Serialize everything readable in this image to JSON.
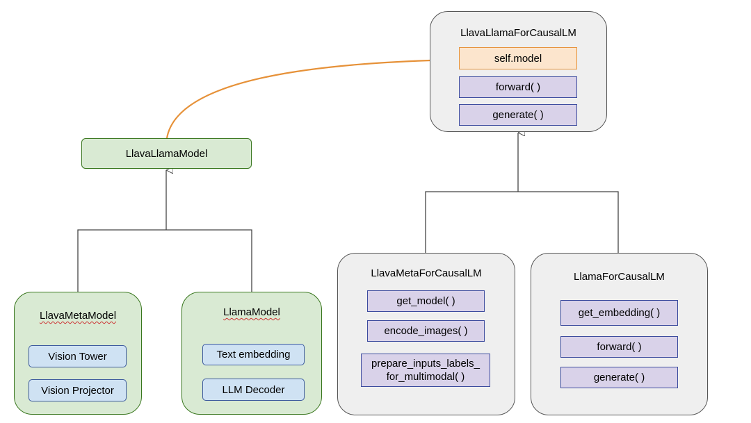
{
  "causal_lm": {
    "title": "LlavaLlamaForCausalLM",
    "items": [
      "self.model",
      "forward( )",
      "generate( )"
    ]
  },
  "llava_llama_model": {
    "title": "LlavaLlamaModel"
  },
  "meta_model": {
    "title": "LlavaMetaModel",
    "items": [
      "Vision Tower",
      "Vision Projector"
    ]
  },
  "llama_model": {
    "title": "LlamaModel",
    "items": [
      "Text embedding",
      "LLM Decoder"
    ]
  },
  "meta_causal": {
    "title": "LlavaMetaForCausalLM",
    "items": [
      "get_model( )",
      "encode_images( )",
      "prepare_inputs_labels_\nfor_multimodal( )"
    ]
  },
  "llama_causal": {
    "title": "LlamaForCausalLM",
    "items": [
      "get_embedding( )",
      "forward( )",
      "generate( )"
    ]
  },
  "colors": {
    "arrow": "#e69138",
    "line": "#444444"
  }
}
